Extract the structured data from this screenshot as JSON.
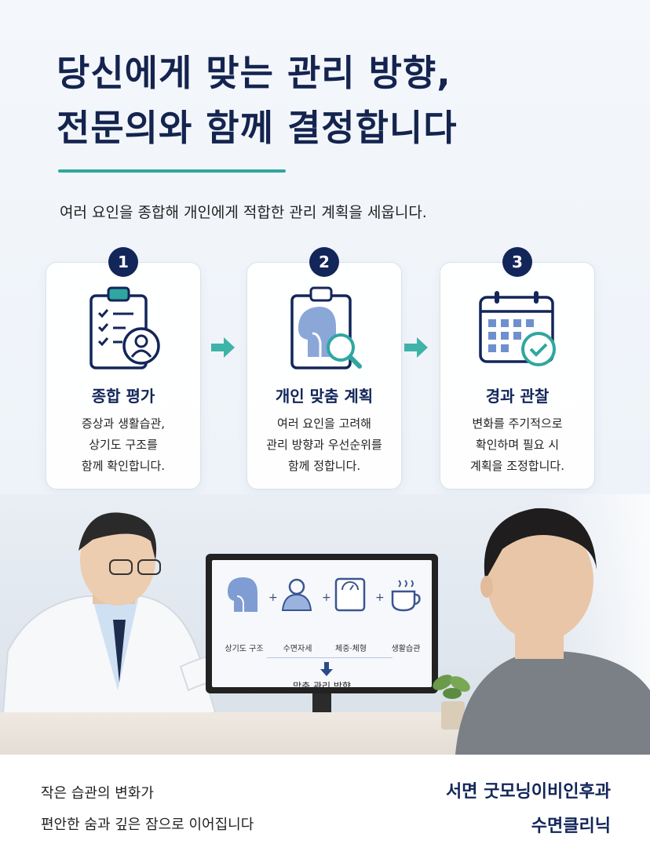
{
  "title": {
    "line1": "당신에게 맞는 관리 방향,",
    "line2": "전문의와 함께 결정합니다"
  },
  "subtitle": "여러 요인을 종합해 개인에게 적합한 관리 계획을 세웁니다.",
  "steps": [
    {
      "number": "1",
      "title": "종합 평가",
      "desc": [
        "증상과 생활습관,",
        "상기도 구조를",
        "함께 확인합니다."
      ],
      "icon": "clipboard-person-icon"
    },
    {
      "number": "2",
      "title": "개인 맞춤 계획",
      "desc": [
        "여러 요인을 고려해",
        "관리 방향과 우선순위를",
        "함께 정합니다."
      ],
      "icon": "clipboard-airway-magnifier-icon"
    },
    {
      "number": "3",
      "title": "경과 관찰",
      "desc": [
        "변화를 주기적으로",
        "확인하며 필요 시",
        "계획을 조정합니다."
      ],
      "icon": "calendar-check-icon"
    }
  ],
  "monitor": {
    "items": [
      "상기도 구조",
      "수면자세",
      "체중·체형",
      "생활습관"
    ],
    "plus": "+",
    "result": "맞춤 관리 방향"
  },
  "footer": {
    "left": [
      "작은 습관의 변화가",
      "편안한 숨과 깊은 잠으로 이어집니다"
    ],
    "right": [
      "서면 굿모닝이비인후과",
      "수면클리닉"
    ]
  },
  "colors": {
    "navy": "#13265a",
    "accent": "#2fa7a0",
    "icon_blue": "#6f8fcf"
  }
}
